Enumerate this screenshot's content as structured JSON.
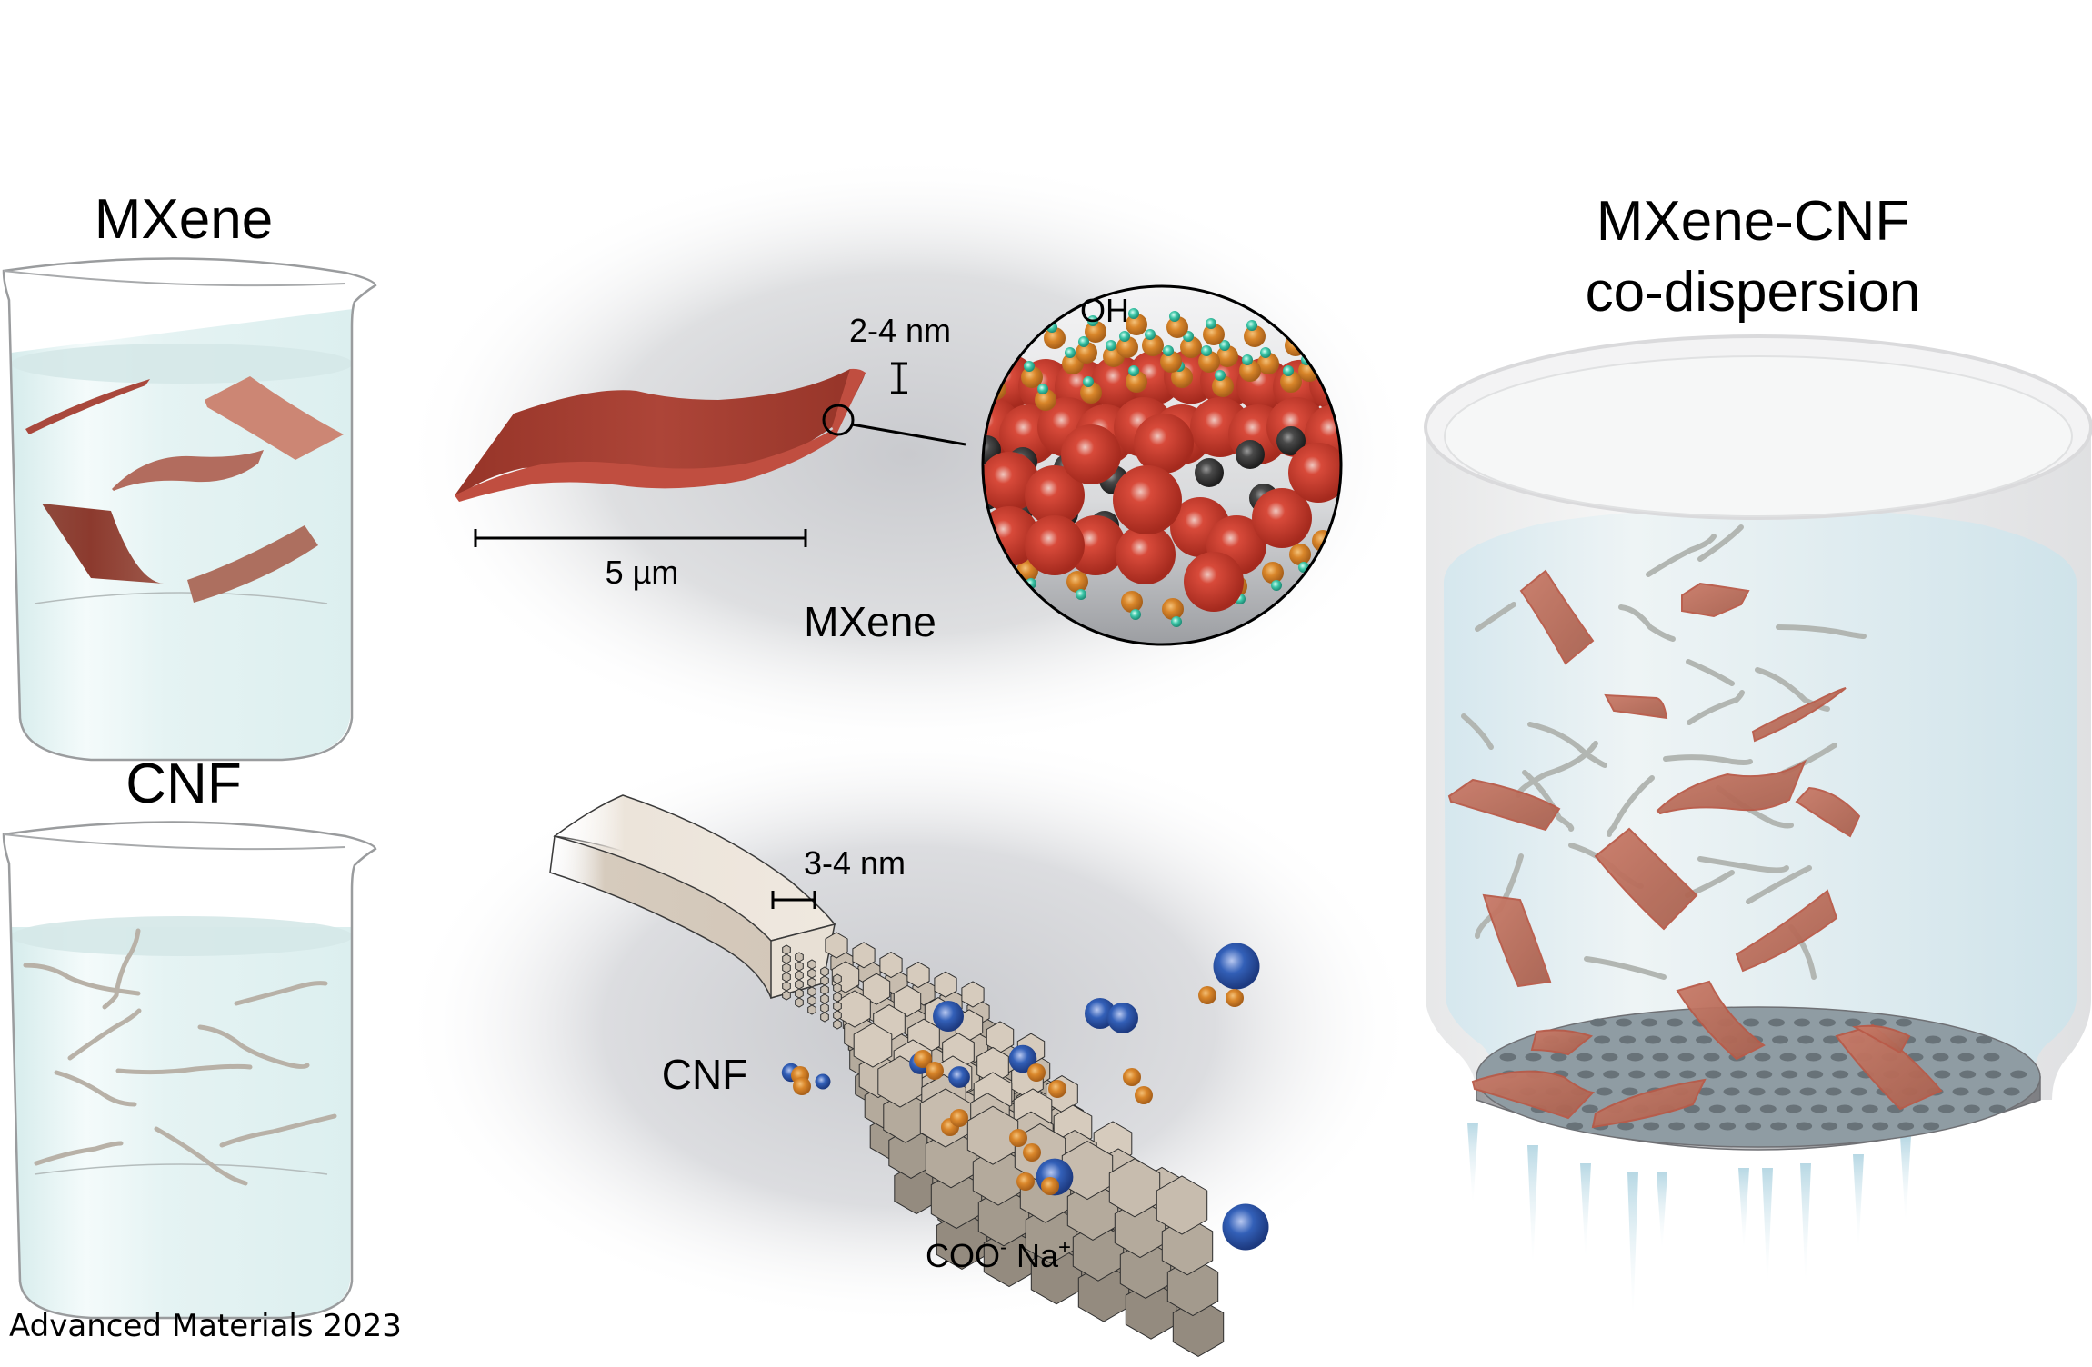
{
  "figure": {
    "credit": "Advanced Materials 2023",
    "panels": {
      "mxene_beaker": {
        "title": "MXene"
      },
      "cnf_beaker": {
        "title": "CNF"
      },
      "mxene_detail": {
        "caption": "MXene",
        "thickness_label": "2-4 nm",
        "length_label": "5 µm",
        "surface_group_label": "OH"
      },
      "cnf_detail": {
        "caption": "CNF",
        "width_label": "3-4 nm",
        "group_label_main": "COO",
        "group_label_sup1": "-",
        "group_label_ion": " Na",
        "group_label_sup2": "+"
      },
      "codispersion": {
        "title_line1": "MXene-CNF",
        "title_line2": "co-dispersion"
      }
    },
    "colors": {
      "mxene": "#a9453a",
      "mxene_light": "#c9806f",
      "cnf_fiber": "#b9b6ae",
      "water": "#dcefef",
      "water_blue": "#cfe6ee",
      "atom_metal": "#c8382b",
      "atom_carbon": "#3b3b3b",
      "atom_oxygen": "#d9862a",
      "atom_hydrogen": "#3ec7a8",
      "atom_sodium": "#2c56a8",
      "cellulose": "#d6cbbd"
    }
  }
}
